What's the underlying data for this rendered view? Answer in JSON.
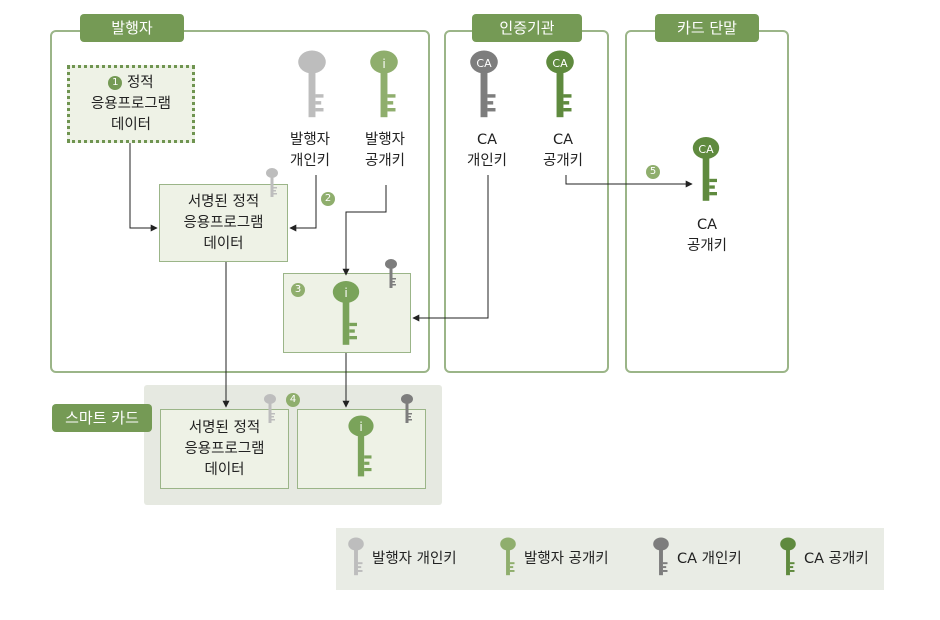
{
  "regions": {
    "issuer": "발행자",
    "ca": "인증기관",
    "terminal": "카드 단말",
    "smartcard": "스마트 카드"
  },
  "steps": [
    "1",
    "2",
    "3",
    "4",
    "5"
  ],
  "static_app_data": [
    "정적",
    "응용프로그램",
    "데이터"
  ],
  "signed_static_app_data": [
    "서명된 정적",
    "응용프로그램",
    "데이터"
  ],
  "issuer_private_key": [
    "발행자",
    "개인키"
  ],
  "issuer_public_key": [
    "발행자",
    "공개키"
  ],
  "ca_private_key": [
    "CA",
    "개인키"
  ],
  "ca_public_key": [
    "CA",
    "공개키"
  ],
  "key_glyph": {
    "ca": "CA",
    "info": "i"
  },
  "legend": {
    "issuer_private": "발행자 개인키",
    "issuer_public": "발행자 공개키",
    "ca_private": "CA 개인키",
    "ca_public": "CA 공개키"
  },
  "colors": {
    "green_key": "#7aa35a",
    "gray_key": "#bdbdbd",
    "dark_gray_key": "#7d7d7d",
    "dark_green_key": "#5f8a3e",
    "region_border": "#9bb588",
    "tag_bg": "#759a55"
  }
}
